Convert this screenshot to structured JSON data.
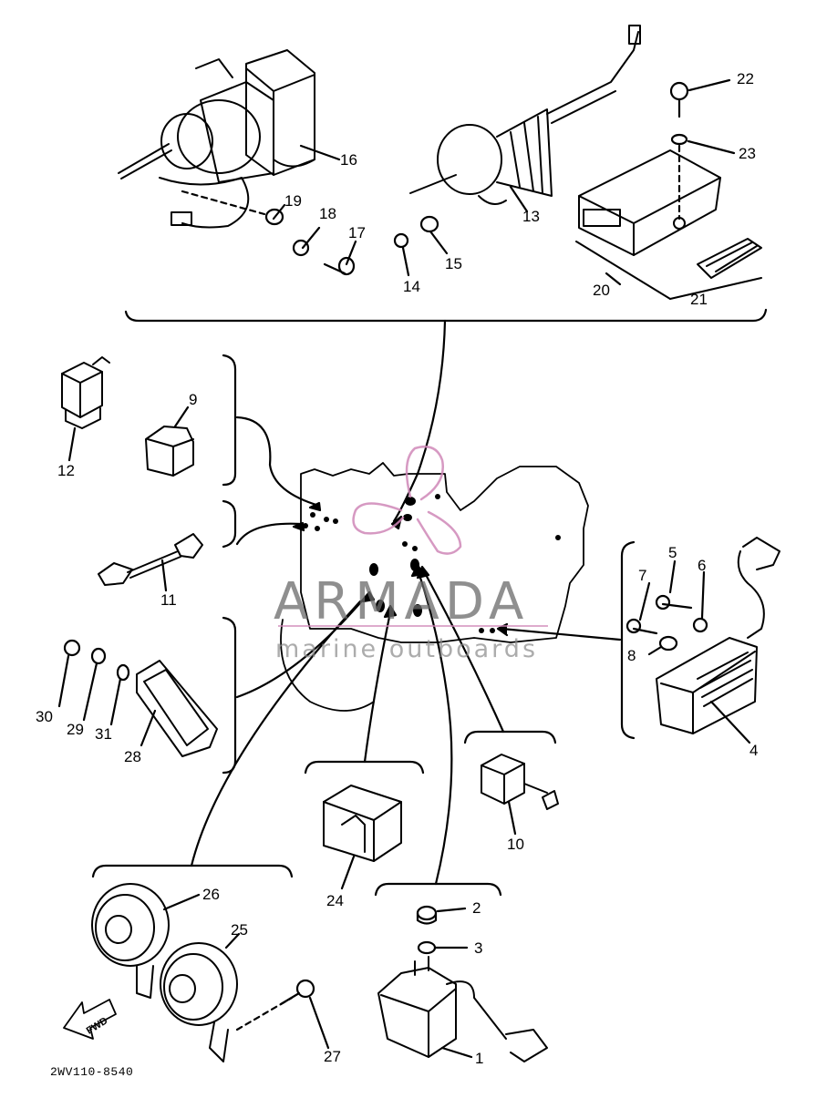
{
  "callouts": [
    "1",
    "2",
    "3",
    "4",
    "5",
    "6",
    "7",
    "8",
    "9",
    "10",
    "11",
    "12",
    "13",
    "14",
    "15",
    "16",
    "17",
    "18",
    "19",
    "20",
    "21",
    "22",
    "23",
    "24",
    "25",
    "26",
    "27",
    "28",
    "29",
    "30",
    "31"
  ],
  "diagram_code": "2WV110-8540",
  "watermark": {
    "title": "ARMADA",
    "subtitle": "marine outboards",
    "accent_color": "#d088b8"
  },
  "fwd_label": "FWD"
}
